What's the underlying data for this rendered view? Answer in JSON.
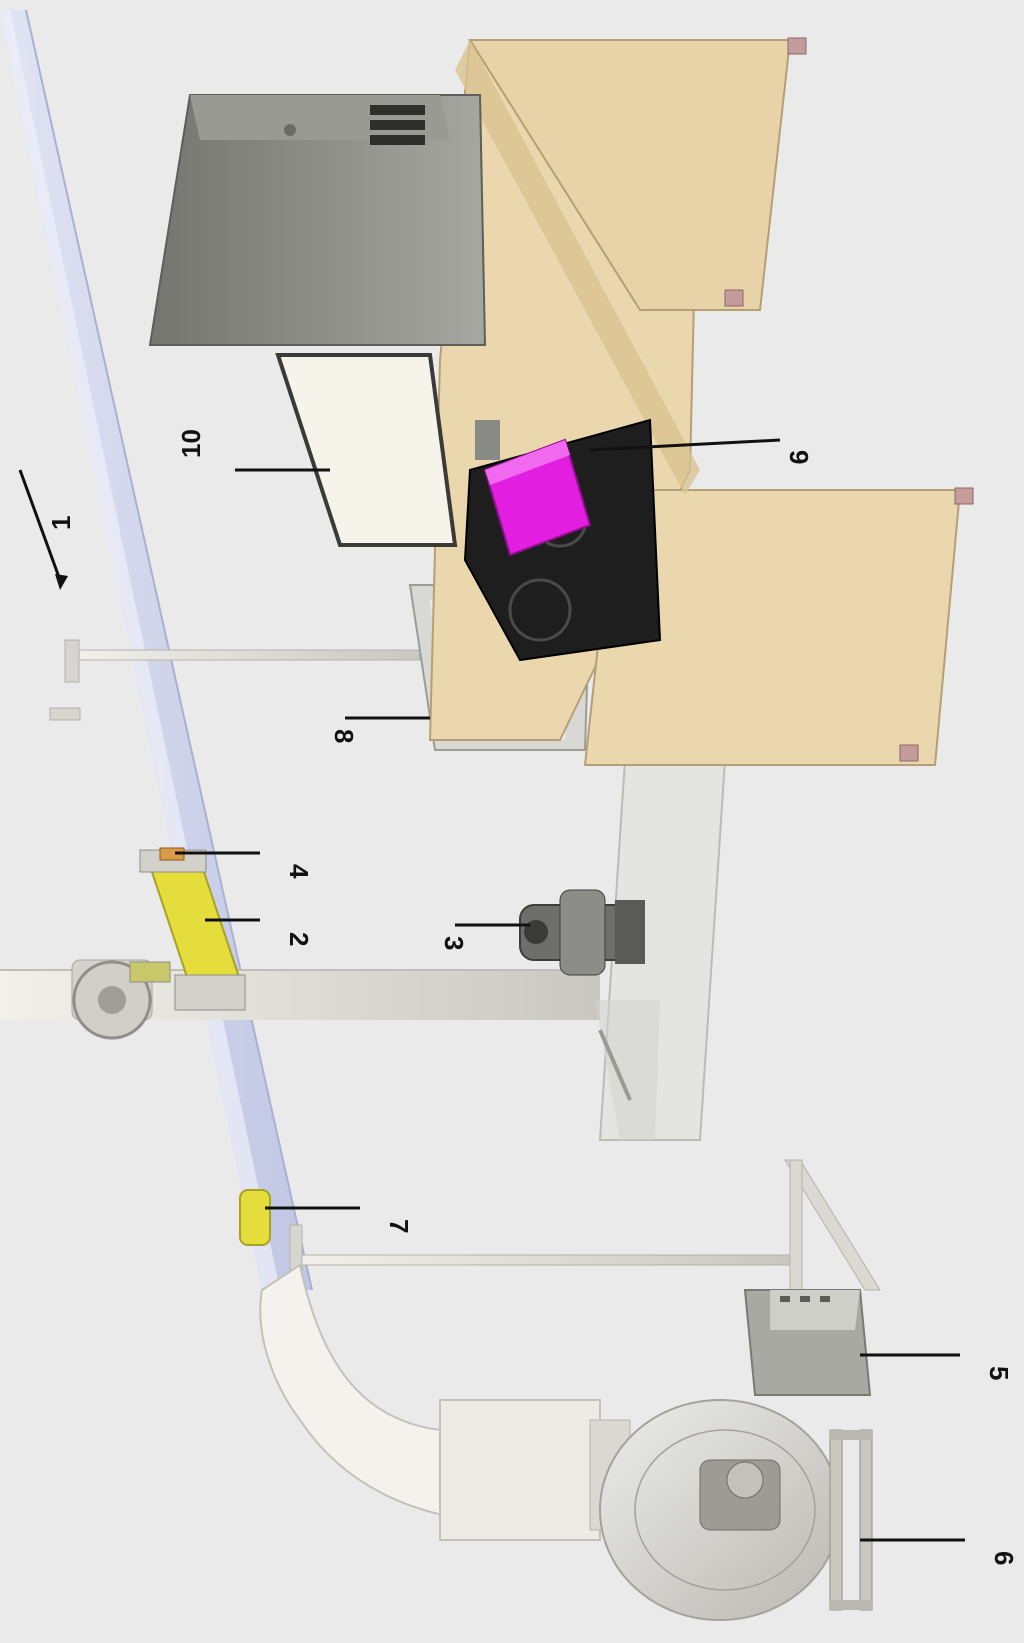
{
  "figure": {
    "callouts": [
      {
        "id": "1",
        "text": "1"
      },
      {
        "id": "2",
        "text": "2"
      },
      {
        "id": "3",
        "text": "3"
      },
      {
        "id": "4",
        "text": "4"
      },
      {
        "id": "5",
        "text": "5"
      },
      {
        "id": "6",
        "text": "6"
      },
      {
        "id": "7",
        "text": "7"
      },
      {
        "id": "8",
        "text": "8"
      },
      {
        "id": "9",
        "text": "9"
      },
      {
        "id": "10",
        "text": "10"
      }
    ]
  },
  "colors": {
    "background": "#eaeaea",
    "duct": "#c8cee8",
    "yellow_part": "#e4dd3c",
    "magenta_part": "#e21ee0",
    "wood_table": "#ead7ae",
    "black_box": "#1e1e1e",
    "gray_panel": "#d8d8d4",
    "cabinet": "#8f8f8b"
  }
}
